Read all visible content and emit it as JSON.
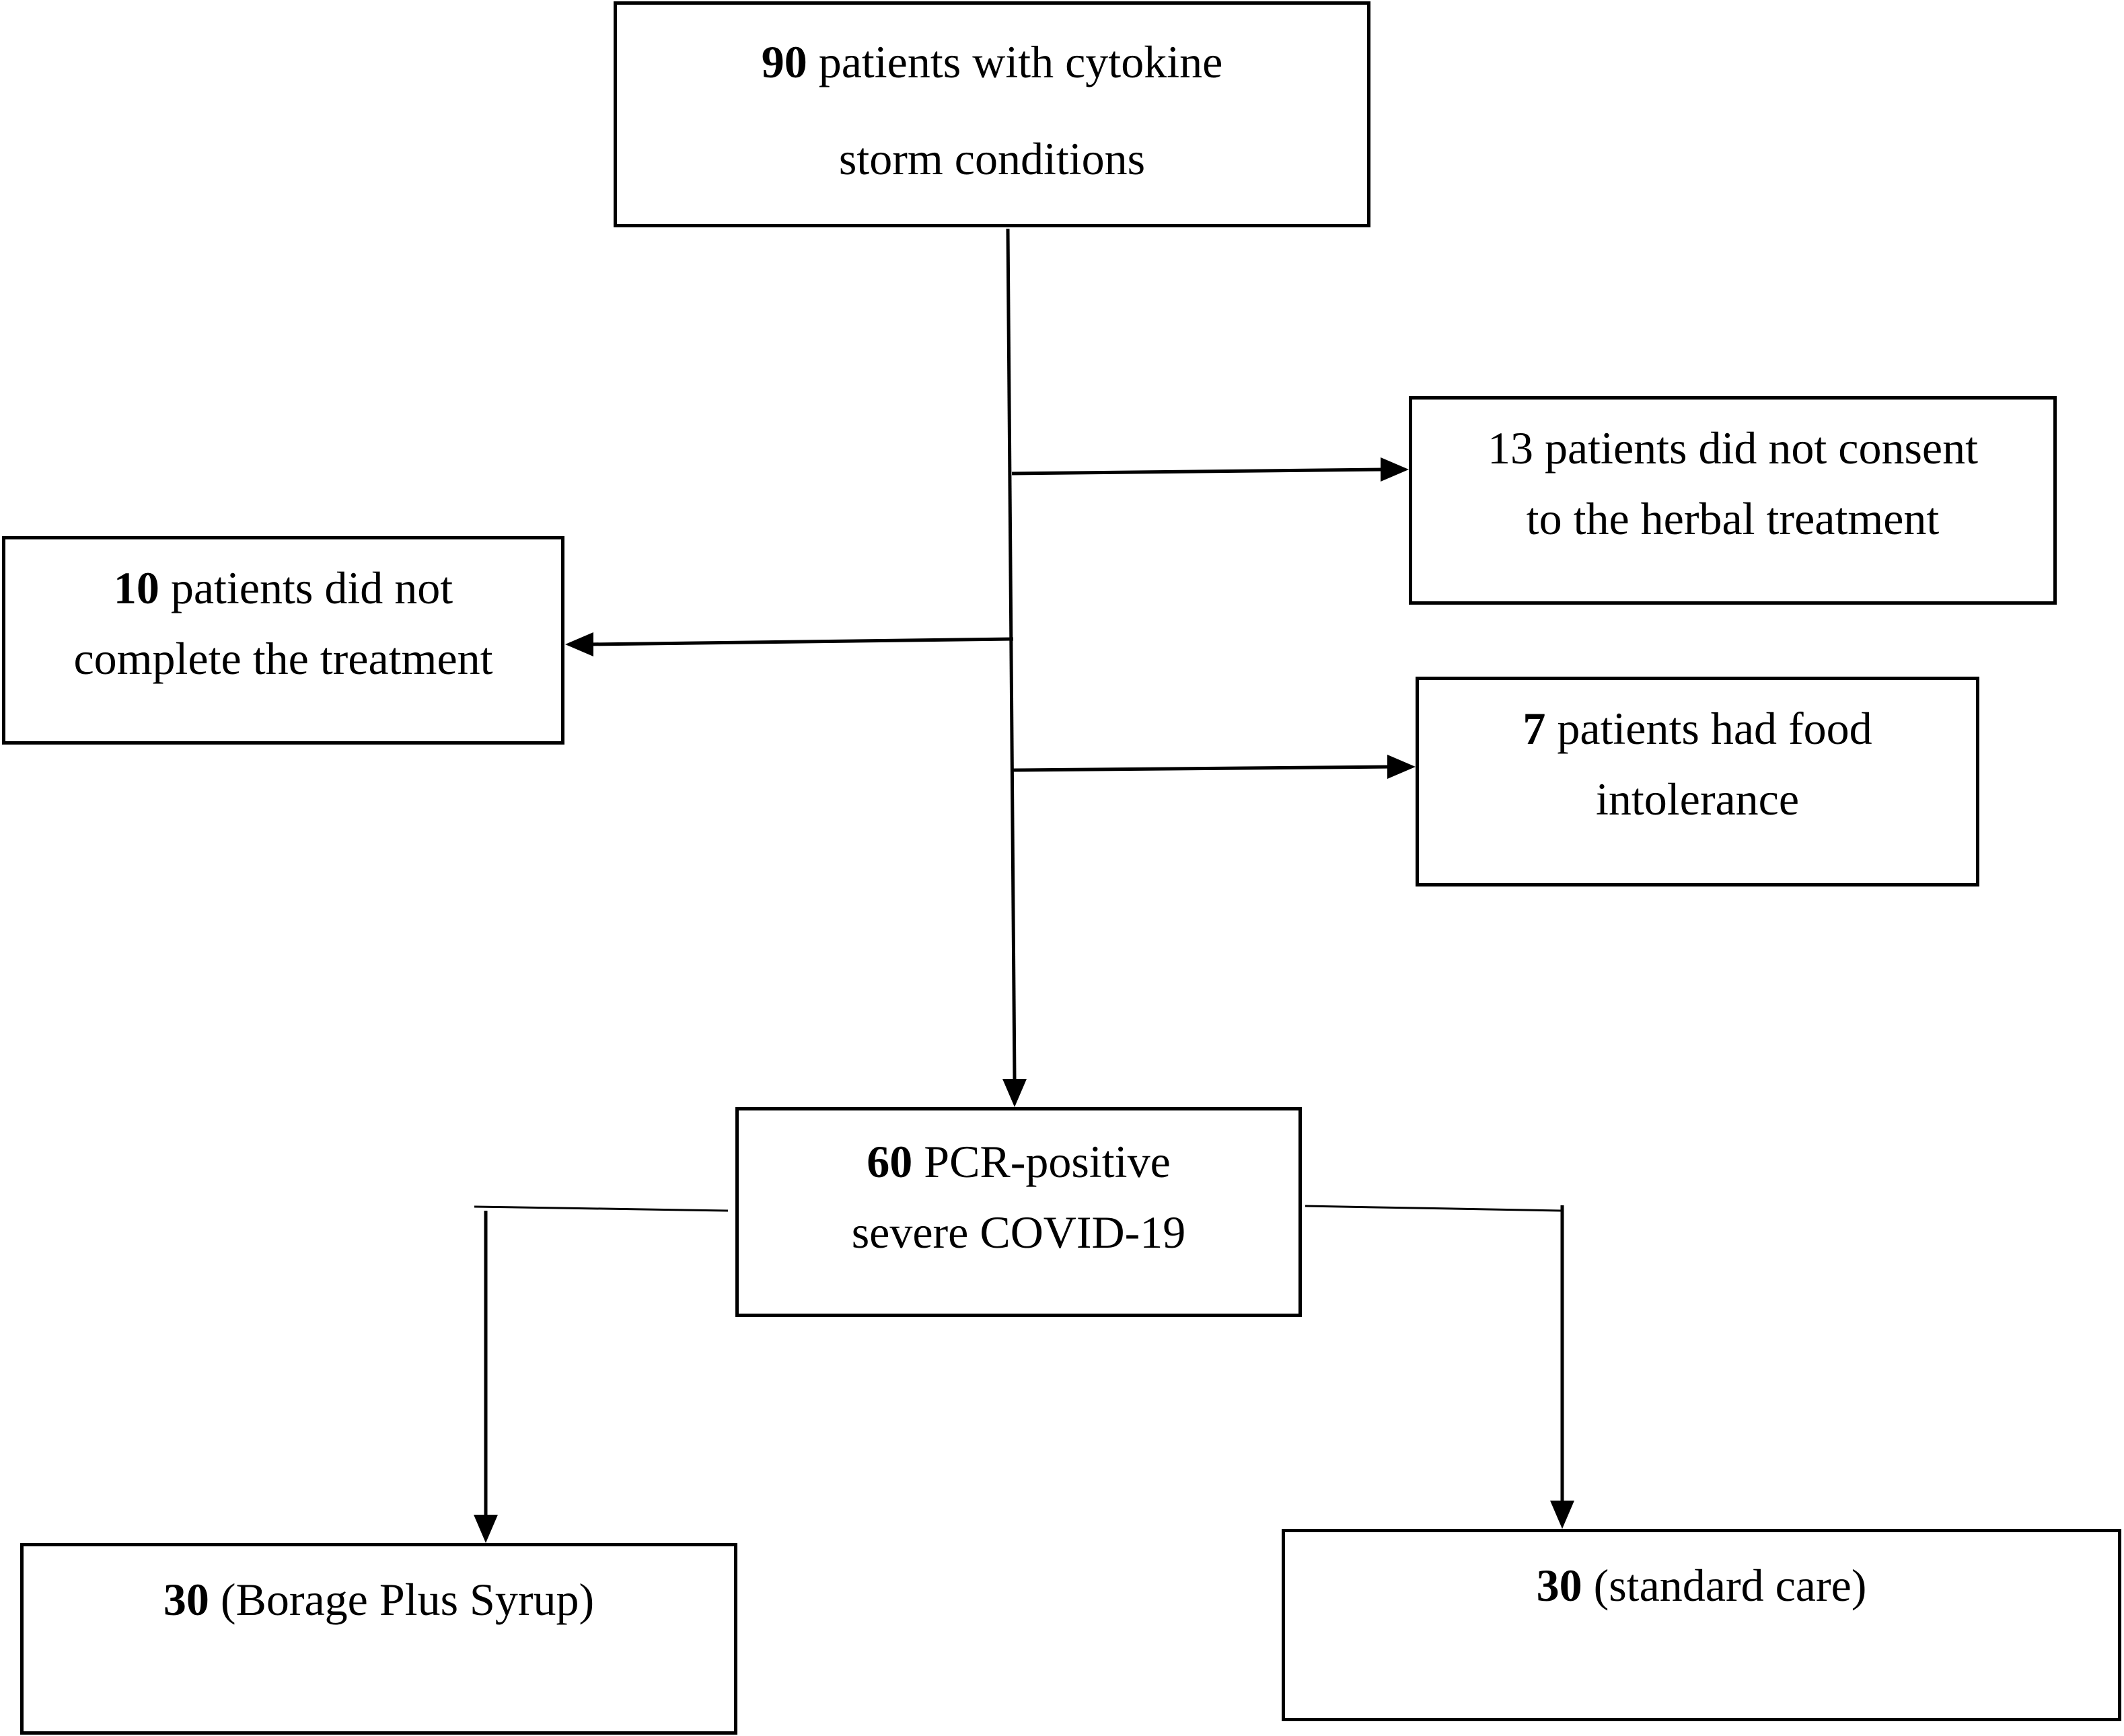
{
  "boxes": {
    "total": {
      "num": "90",
      "line1": " patients with cytokine",
      "line2": "storm conditions"
    },
    "consent": {
      "line1": "13 patients did not consent",
      "line2": "to the herbal treatment"
    },
    "incomplete": {
      "num": "10",
      "line1": " patients did not",
      "line2": "complete the treatment"
    },
    "intolerance": {
      "num": "7",
      "line1": " patients had food",
      "line2": "intolerance"
    },
    "pcr": {
      "num": "60",
      "line1": " PCR-positive",
      "line2": "severe COVID-19"
    },
    "borage": {
      "num": "30",
      "text": " (Borage Plus Syrup)"
    },
    "standard": {
      "num": "30",
      "text": " (standard care)"
    }
  }
}
